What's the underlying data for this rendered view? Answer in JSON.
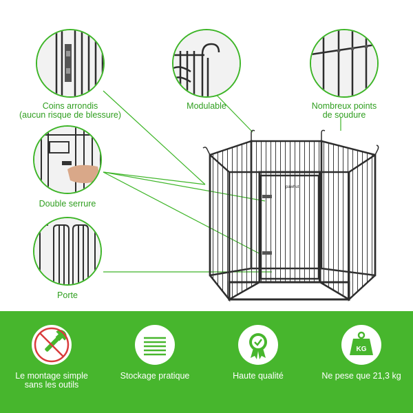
{
  "callouts": {
    "rounded_corners": {
      "line1": "Coins arrondis",
      "line2": "(aucun risque de blessure)"
    },
    "modular": {
      "label": "Modulable"
    },
    "welds": {
      "line1": "Nombreux points",
      "line2": "de soudure"
    },
    "double_lock": {
      "label": "Double serrure"
    },
    "door": {
      "label": "Porte"
    }
  },
  "brand_mark": "pawhut",
  "features": [
    {
      "icon": "no-tools-wrench-icon",
      "line1": "Le montage simple",
      "line2": "sans les outils"
    },
    {
      "icon": "stacked-panels-icon",
      "line1": "Stockage pratique",
      "line2": ""
    },
    {
      "icon": "quality-medal-icon",
      "line1": "Haute qualité",
      "line2": ""
    },
    {
      "icon": "kg-weight-icon",
      "line1": "Ne pese que 21,3 kg",
      "line2": ""
    }
  ],
  "weight_icon_text": "KG",
  "colors": {
    "accent": "#47b62d",
    "callout_text": "#2f9e1f",
    "line": "#3db527",
    "wire": "#2d2d2d",
    "no_symbol": "#d93b3b"
  }
}
